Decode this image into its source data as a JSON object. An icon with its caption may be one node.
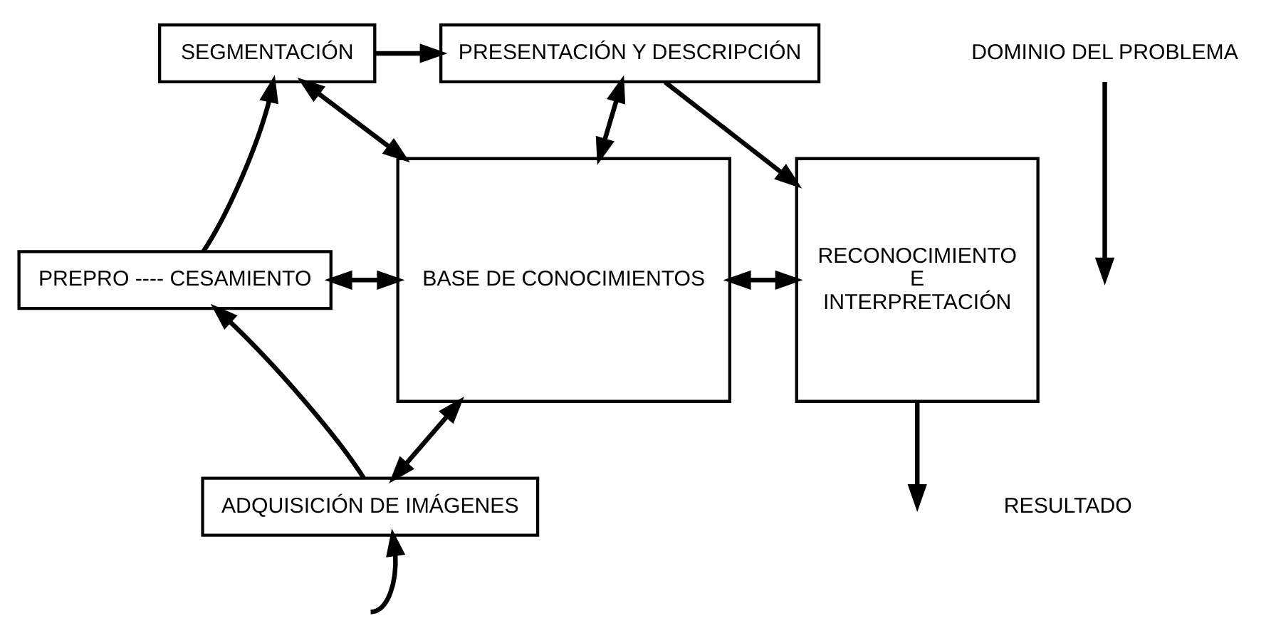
{
  "diagram": {
    "nodes": [
      {
        "text": [
          "PREPRO ---- CESAMIENTO"
        ]
      },
      {
        "text": [
          "SEGMENTACIÓN"
        ]
      },
      {
        "text": [
          "PRESENTACIÓN Y DESCRIPCIÓN"
        ]
      },
      {
        "text": [
          "BASE DE CONOCIMIENTOS"
        ]
      },
      {
        "text": [
          "ADQUISICIÓN DE IMÁGENES"
        ]
      },
      {
        "text": [
          "RECONOCIMIENTO",
          "E",
          "INTERPRETACIÓN"
        ]
      },
      {
        "text": [
          "DOMINIO DEL PROBLEMA"
        ]
      }
    ],
    "edges": [
      {
        "from": null,
        "to": 4,
        "arrow": "to"
      },
      {
        "from": 6,
        "to": null,
        "arrow": "to"
      },
      {
        "from": 4,
        "to": 0,
        "arrow": "to"
      },
      {
        "from": 0,
        "to": 1,
        "arrow": "to"
      },
      {
        "from": 1,
        "to": 2,
        "arrow": "to"
      },
      {
        "from": 2,
        "to": 5,
        "arrow": "to"
      },
      {
        "from": 1,
        "to": 3,
        "arrow": "both"
      },
      {
        "from": 2,
        "to": 3,
        "arrow": "both"
      },
      {
        "from": 0,
        "to": 3,
        "arrow": "both"
      },
      {
        "from": 4,
        "to": 3,
        "arrow": "both"
      },
      {
        "from": 3,
        "to": 5,
        "arrow": "both"
      },
      {
        "from": 5,
        "to": null,
        "arrow": "to"
      }
    ],
    "labels": [
      "RESULTADO"
    ]
  }
}
